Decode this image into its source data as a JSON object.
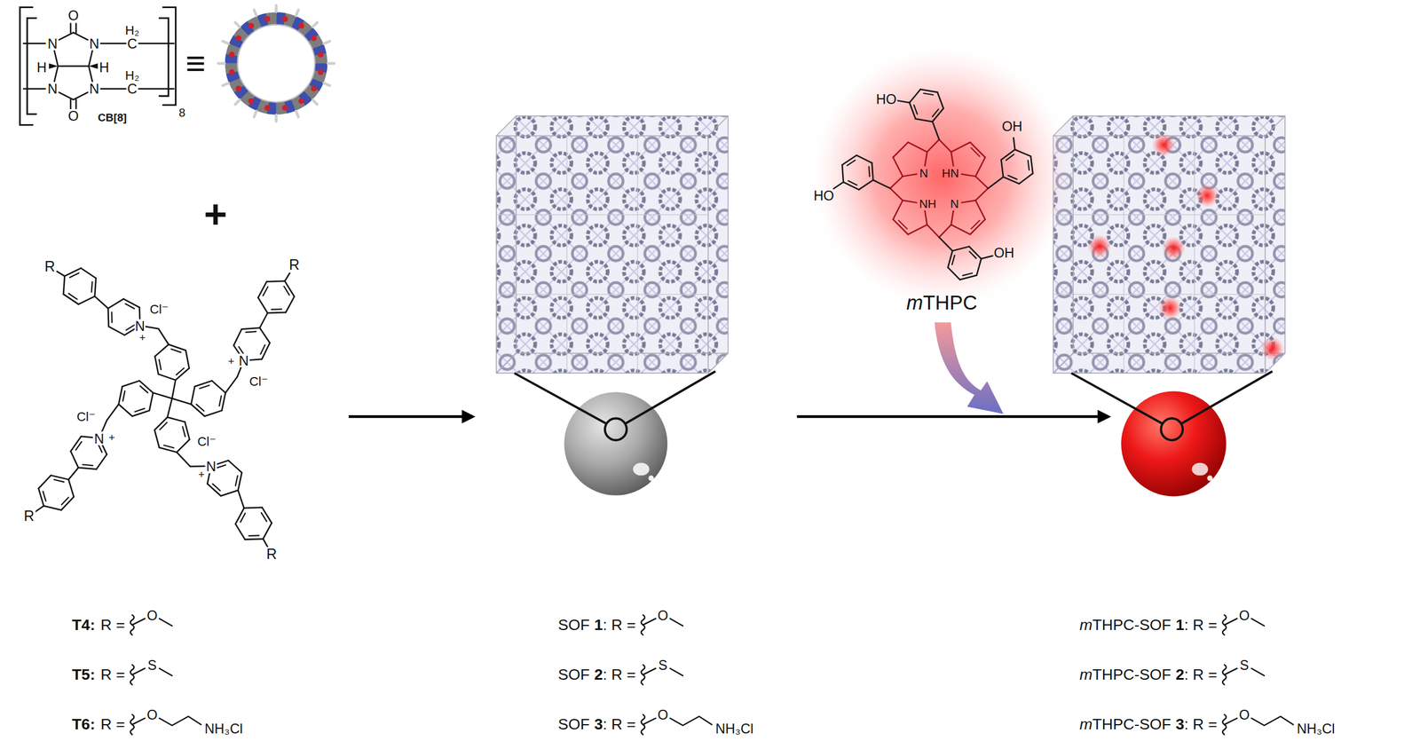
{
  "diagram": {
    "labels": [
      "O",
      "N",
      "N",
      "H₂",
      "C",
      "H",
      "H",
      "H₂",
      "N",
      "N",
      "C",
      "8",
      "O",
      "CB[8]",
      "≡",
      "+",
      "R",
      "N",
      "+",
      "Cl⁻",
      "R",
      "N",
      "+",
      "Cl⁻",
      "R",
      "N",
      "+",
      "Cl⁻",
      "R",
      "N",
      "+",
      "Cl⁻",
      "T4:",
      "R =",
      "O",
      "T5:",
      "R =",
      "S",
      "T6:",
      "R =",
      "O",
      "NH₃Cl",
      "SOF",
      "1",
      ": R =",
      "O",
      "SOF",
      "2",
      ": R =",
      "S",
      "SOF",
      "3",
      ": R =",
      "O",
      "NH₃Cl",
      "HO",
      "OH",
      "HO",
      "OH",
      "N",
      "HN",
      "NH",
      "N",
      "m",
      "THPC",
      "m",
      "THPC-SOF",
      "1",
      ": R =",
      "O",
      "m",
      "THPC-SOF",
      "2",
      ": R =",
      "S",
      "m",
      "THPC-SOF",
      "3",
      ": R =",
      "O",
      "NH₃Cl"
    ]
  }
}
